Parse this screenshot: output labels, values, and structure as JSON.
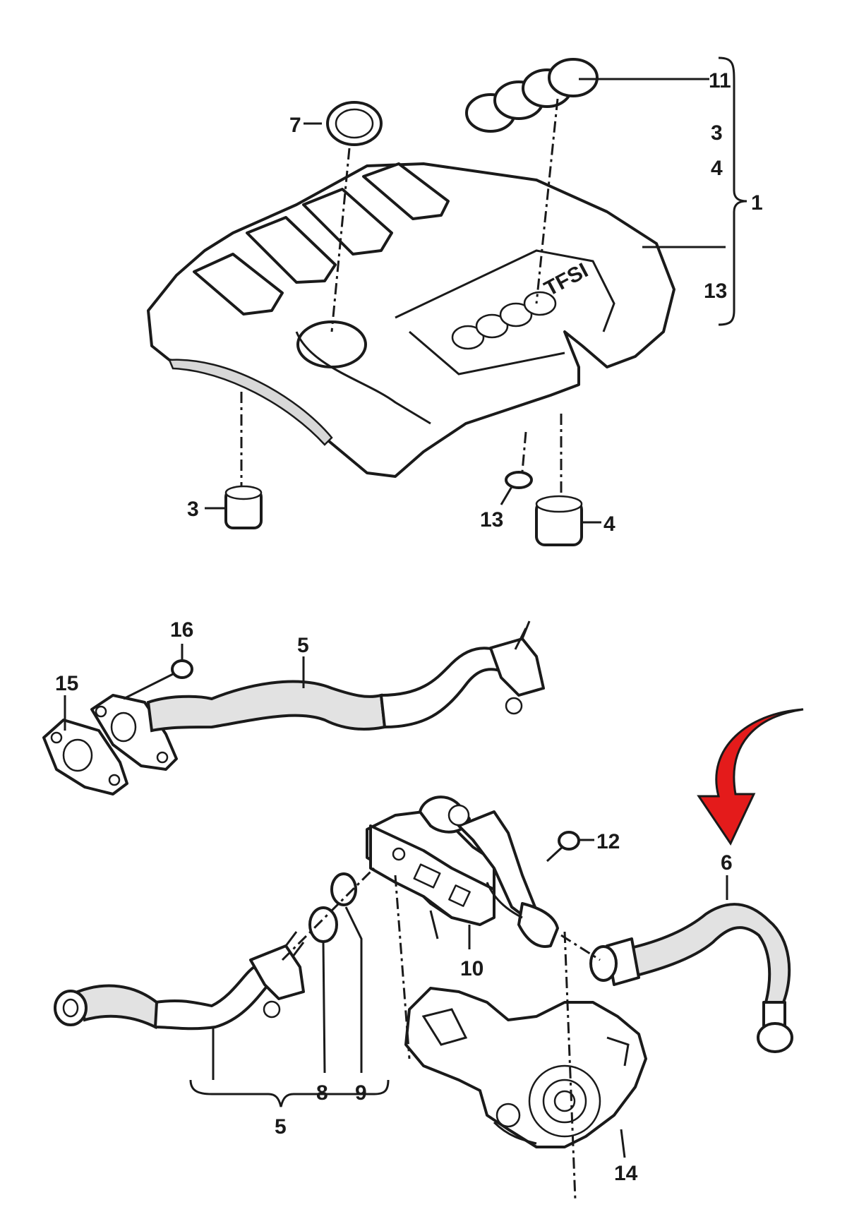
{
  "labels": {
    "l1": "1",
    "l3a": "3",
    "l3b": "3",
    "l4a": "4",
    "l4b": "4",
    "l5a": "5",
    "l5b": "5",
    "l6": "6",
    "l7": "7",
    "l8": "8",
    "l9": "9",
    "l10": "10",
    "l11": "11",
    "l12": "12",
    "l13a": "13",
    "l13b": "13",
    "l14": "14",
    "l15": "15",
    "l16": "16"
  },
  "cover_text": "TFSI",
  "colors": {
    "arrow": "#e41b1b",
    "ink": "#1a1a1a"
  },
  "icons": {
    "arrow": "curved-arrow-down-icon"
  }
}
